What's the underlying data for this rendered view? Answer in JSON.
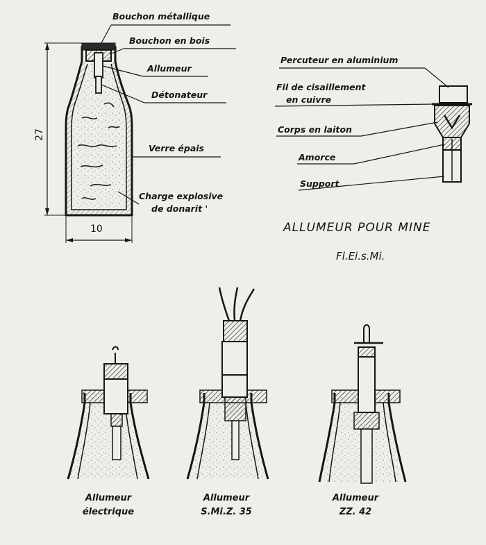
{
  "bottle_labels": {
    "metal_cap": "Bouchon métallique",
    "wood_plug": "Bouchon en bois",
    "igniter": "Allumeur",
    "detonator": "Détonateur",
    "thick_glass": "Verre épais",
    "charge_line1": "Charge explosive",
    "charge_line2": "de donarit '"
  },
  "dimensions": {
    "height": "27",
    "width": "10"
  },
  "igniter_labels": {
    "striker": "Percuteur en aluminium",
    "shear_wire_line1": "Fil de cisaillement",
    "shear_wire_line2": "en cuivre",
    "body": "Corps en laiton",
    "primer": "Amorce",
    "support": "Support"
  },
  "igniter_title": {
    "line1": "ALLUMEUR POUR MINE",
    "line2": "Fl.Ei.s.Mi."
  },
  "captions": [
    {
      "line1": "Allumeur",
      "line2": "électrique"
    },
    {
      "line1": "Allumeur",
      "line2": "S.Mi.Z. 35"
    },
    {
      "line1": "Allumeur",
      "line2": "ZZ. 42"
    }
  ]
}
